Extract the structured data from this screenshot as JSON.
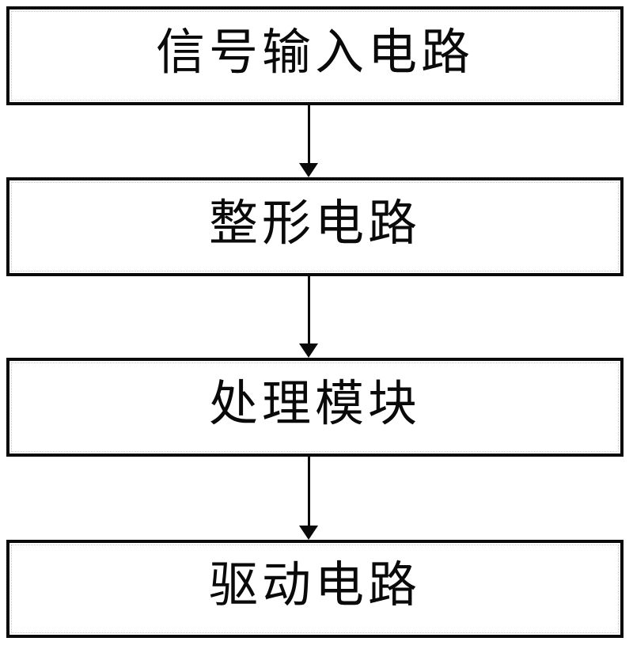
{
  "diagram": {
    "type": "flowchart",
    "direction": "top-down",
    "title": "",
    "nodes": [
      {
        "id": "node-1",
        "label": "信号输入电路"
      },
      {
        "id": "node-2",
        "label": "整形电路"
      },
      {
        "id": "node-3",
        "label": "处理模块"
      },
      {
        "id": "node-4",
        "label": "驱动电路"
      }
    ],
    "edges": [
      {
        "from": "node-1",
        "to": "node-2",
        "style": "arrow-down"
      },
      {
        "from": "node-2",
        "to": "node-3",
        "style": "arrow-down"
      },
      {
        "from": "node-3",
        "to": "node-4",
        "style": "arrow-down"
      }
    ],
    "colors": {
      "stroke": "#0a0a0a",
      "text": "#0a0a0a",
      "background": "#ffffff"
    }
  }
}
